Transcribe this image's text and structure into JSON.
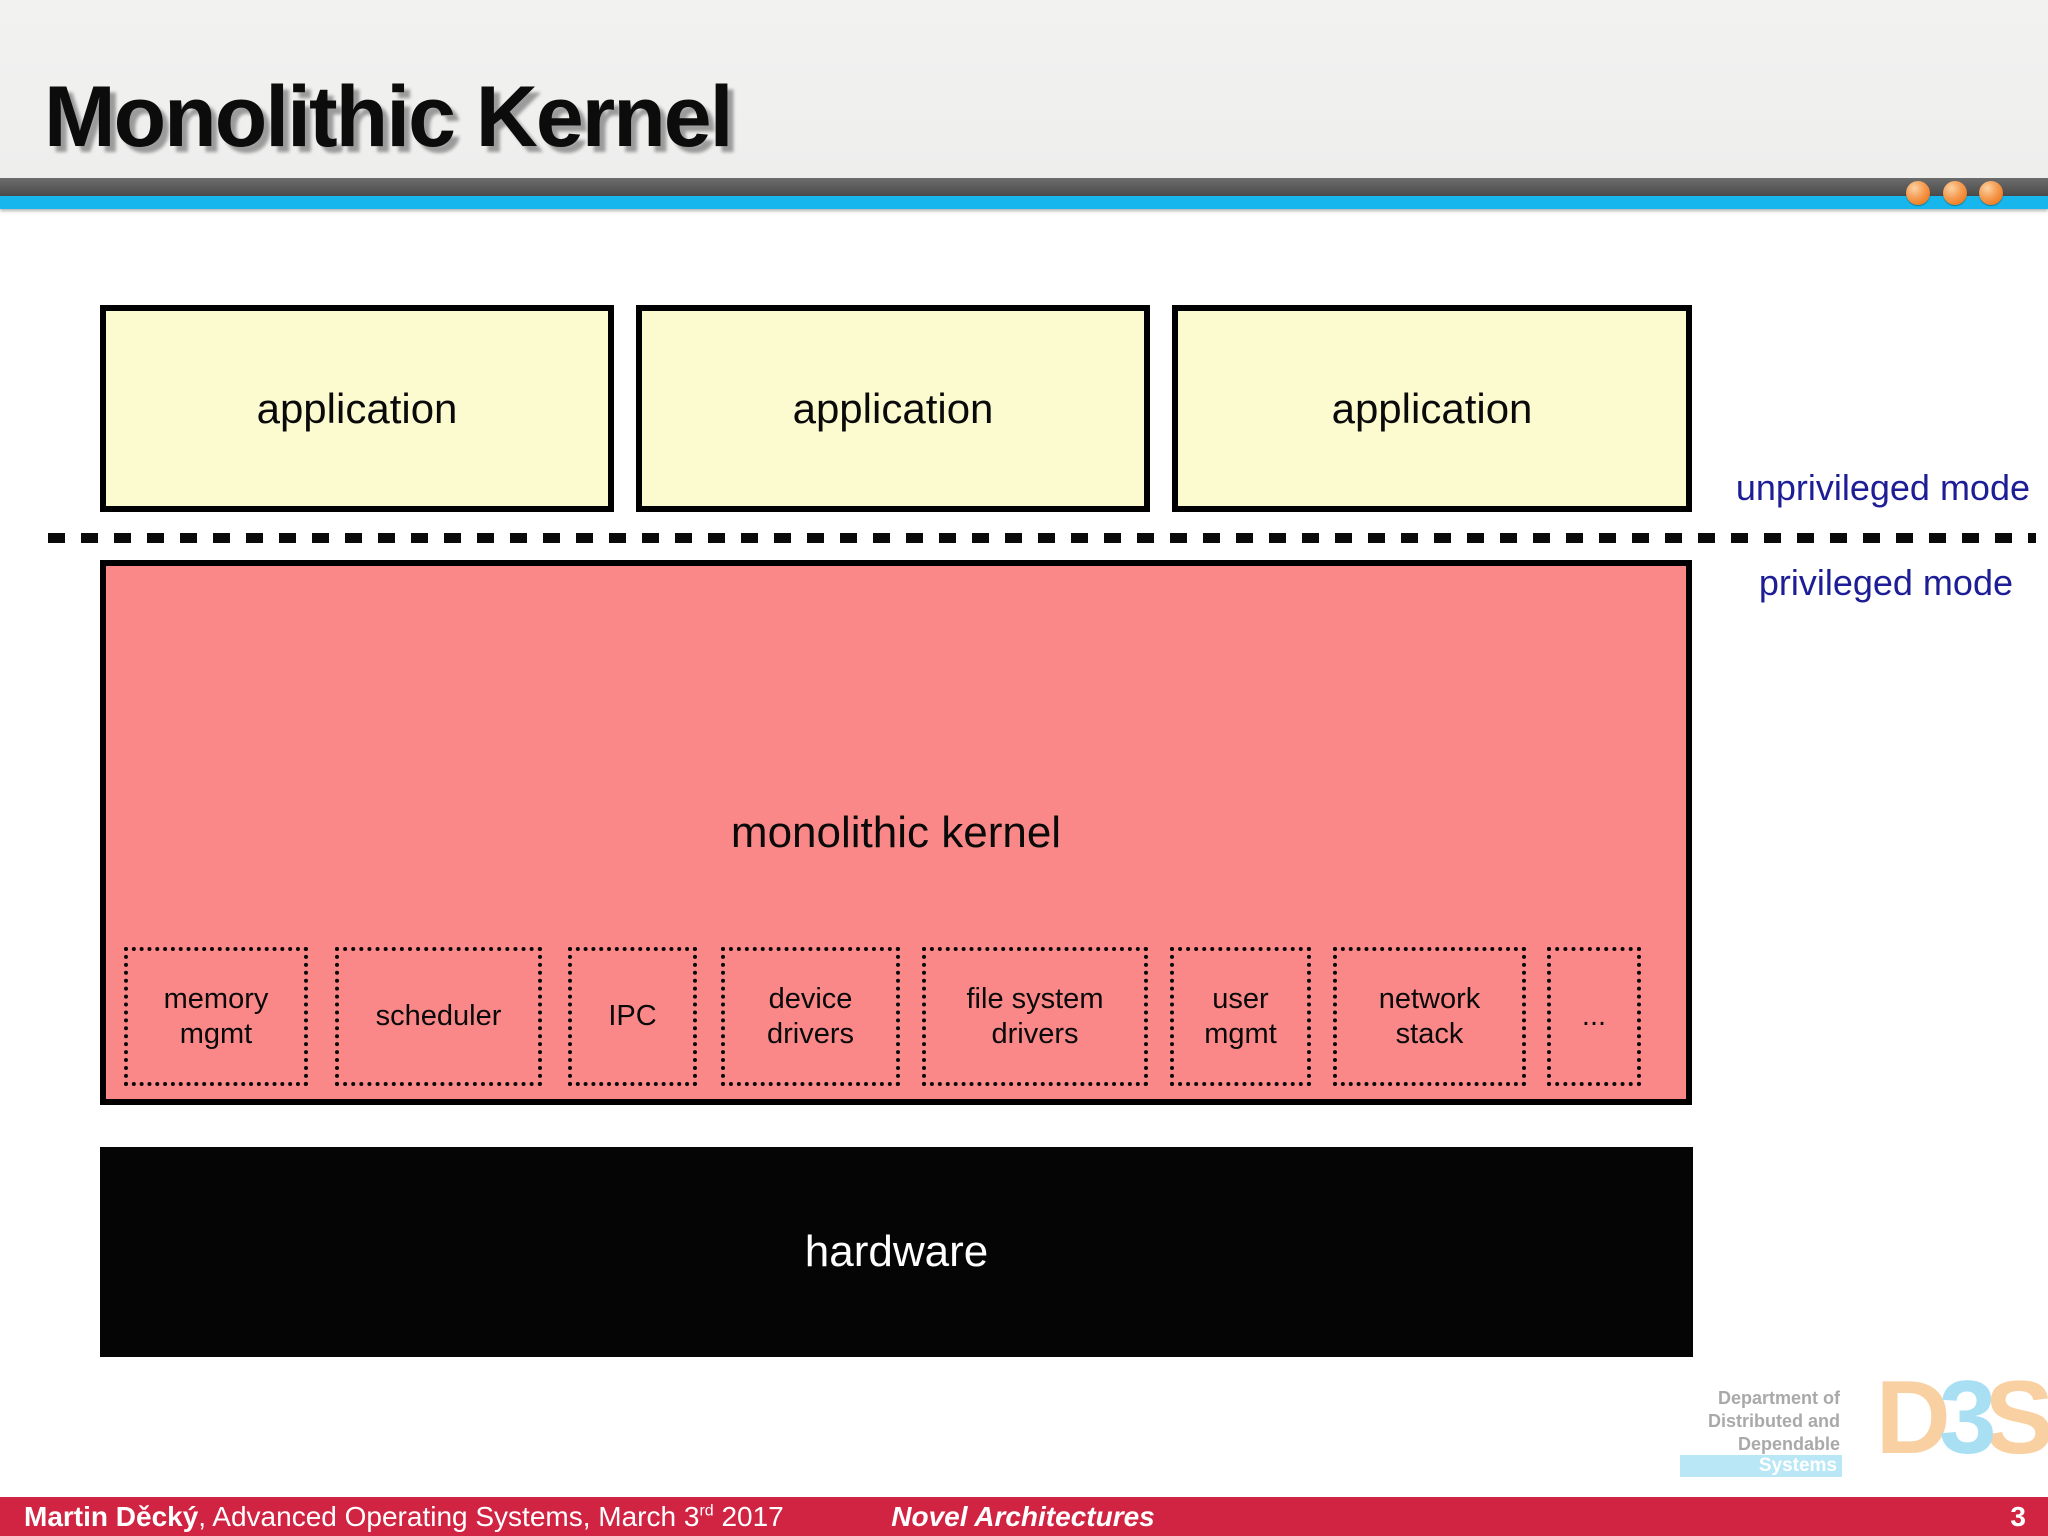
{
  "title": "Monolithic Kernel",
  "applications": [
    "application",
    "application",
    "application"
  ],
  "modes": {
    "unprivileged": "unprivileged mode",
    "privileged": "privileged mode"
  },
  "kernel": {
    "label": "monolithic kernel",
    "components": [
      "memory\nmgmt",
      "scheduler",
      "IPC",
      "device\ndrivers",
      "file system\ndrivers",
      "user\nmgmt",
      "network\nstack",
      "..."
    ]
  },
  "hardware": {
    "label": "hardware"
  },
  "logo": {
    "lines": [
      "Department of",
      "Distributed and",
      "Dependable"
    ],
    "systems": "Systems",
    "letters": [
      {
        "char": "D",
        "color": "#f9d0a2"
      },
      {
        "char": "3",
        "color": "#a9dff2"
      },
      {
        "char": "S",
        "color": "#f9d0a2"
      }
    ]
  },
  "footer": {
    "author": "Martin Děcký",
    "middle": ", Advanced Operating Systems, March 3",
    "superscript": "rd",
    "tail": " 2017",
    "course": "Novel Architectures",
    "page": "3"
  },
  "colors": {
    "accent_cyan": "#17b6ec",
    "dot_orange": "#ef7d20",
    "application_yellow": "#fcfbd0",
    "kernel_red": "#fa8888",
    "mode_label_navy": "#1d1d96",
    "footer_crimson": "#d12443",
    "logo_peach": "#f9d0a2",
    "logo_blue": "#a9dff2"
  }
}
